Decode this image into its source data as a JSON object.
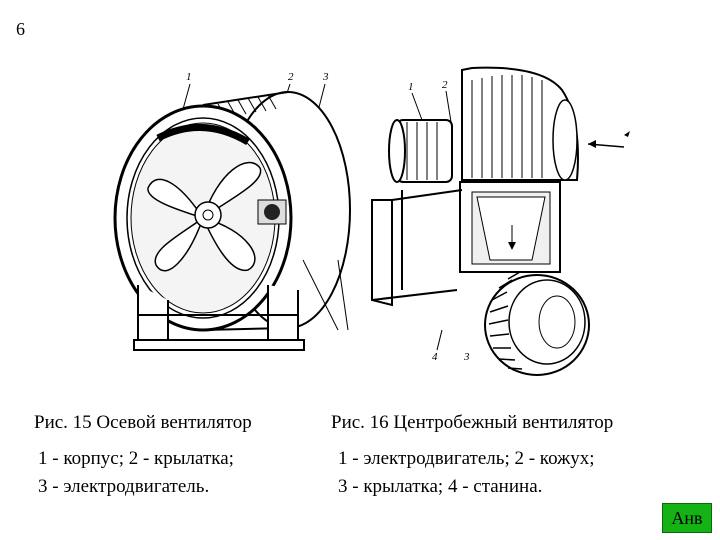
{
  "slide": {
    "number": "6"
  },
  "fig15": {
    "caption": "Рис. 15 Осевой вентилятор",
    "legend_line1": "1 - корпус; 2 - крылатка;",
    "legend_line2": "3 - электродвигатель.",
    "callouts": [
      "1",
      "2",
      "3"
    ]
  },
  "fig16": {
    "caption": "Рис. 16 Центробежный вентилятор",
    "legend_line1": "1 - электродвигатель; 2 - кожух;",
    "legend_line2": "3 - крылатка; 4 - станина.",
    "callouts": [
      "1",
      "2",
      "3",
      "4"
    ]
  },
  "nav": {
    "button_label": "Анв",
    "button_color": "#15b215"
  }
}
